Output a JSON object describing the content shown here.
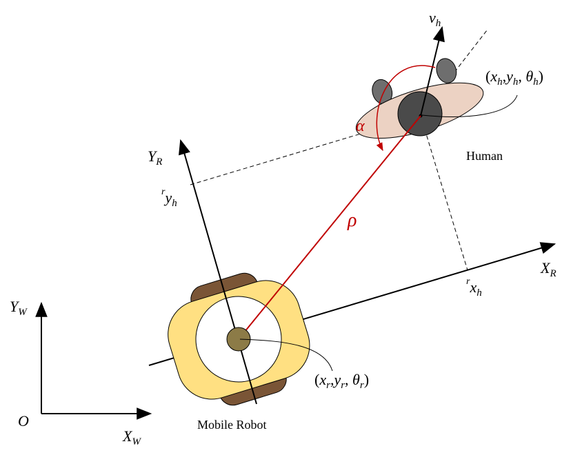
{
  "colors": {
    "axis": "#000000",
    "rho_line": "#c00000",
    "human_body": "#ecd2c3",
    "human_head": "#4a4a4a",
    "human_feet": "#6e6e6e",
    "robot_body": "#ffe082",
    "robot_wheels": "#7a5536",
    "robot_center": "#8c7b47"
  },
  "labels": {
    "world_origin": "O",
    "world_x": {
      "main": "X",
      "sub": "W"
    },
    "world_y": {
      "main": "Y",
      "sub": "W"
    },
    "robot_x": {
      "main": "X",
      "sub": "R"
    },
    "robot_y": {
      "main": "Y",
      "sub": "R"
    },
    "human_heading": {
      "main": "v",
      "sub": "h"
    },
    "rho": "ρ",
    "alpha": "α",
    "human_proj_y": {
      "sup": "r",
      "main": "y",
      "sub": "h"
    },
    "human_proj_x": {
      "sup": "r",
      "main": "x",
      "sub": "h"
    },
    "human_pose": {
      "open": "(",
      "x": "x",
      "x_sub": "h",
      "y": "y",
      "y_sub": "h",
      "theta": "θ",
      "theta_sub": "h",
      "close": ")"
    },
    "robot_pose": {
      "open": "(",
      "x": "x",
      "x_sub": "r",
      "y": "y",
      "y_sub": "r",
      "theta": "θ",
      "theta_sub": "r",
      "close": ")"
    },
    "human_caption": "Human",
    "robot_caption": "Mobile Robot"
  }
}
